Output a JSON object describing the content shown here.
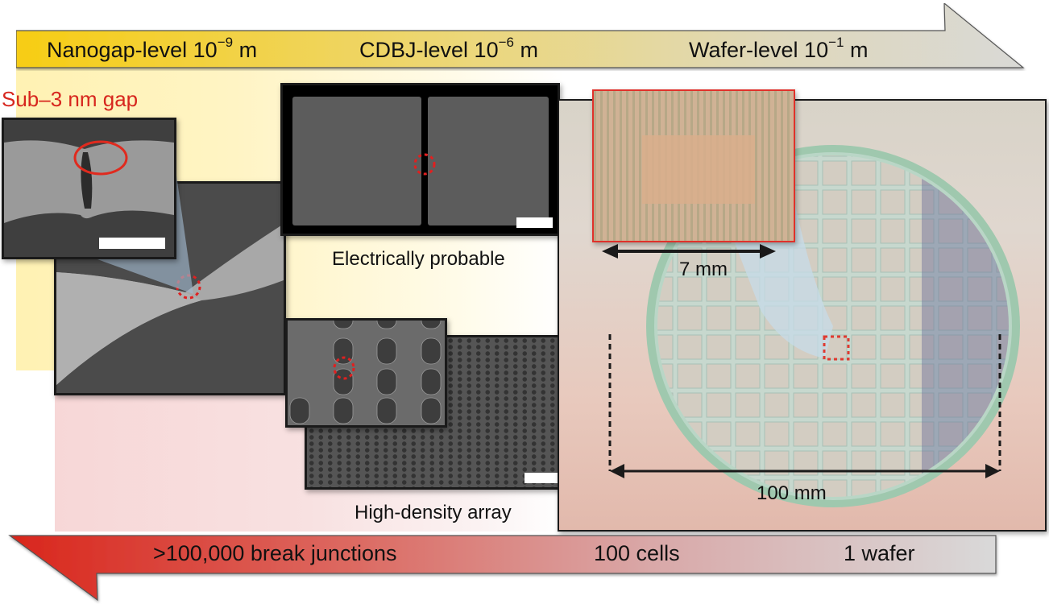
{
  "scale_arrow": {
    "direction": "right",
    "colors": {
      "start": "#f7cd14",
      "mid": "#ecd77a",
      "end": "#d9d9d6"
    },
    "levels": [
      {
        "name": "Nanogap-level",
        "base": "10",
        "exponent": "−9",
        "unit": "m"
      },
      {
        "name": "CDBJ-level",
        "base": "10",
        "exponent": "−6",
        "unit": "m"
      },
      {
        "name": "Wafer-level",
        "base": "10",
        "exponent": "−1",
        "unit": "m"
      }
    ]
  },
  "count_arrow": {
    "direction": "left",
    "colors": {
      "start": "#d9261c",
      "mid": "#df8a86",
      "end": "#d9d9d9"
    },
    "items": [
      {
        "label": ">100,000 break junctions"
      },
      {
        "label": "100 cells"
      },
      {
        "label": "1 wafer"
      }
    ]
  },
  "panels": {
    "nanogap_zoom": {
      "title": "Sub–3 nm gap",
      "title_color": "#d7261e"
    },
    "bowtie": {
      "marker": "red-dotted-circle"
    },
    "cdbj": {
      "caption": "Electrically probable"
    },
    "array": {
      "caption": "High-density array"
    },
    "chip": {
      "dimension": "7 mm",
      "border_color": "#e0312a"
    },
    "wafer": {
      "dimension": "100 mm"
    }
  }
}
